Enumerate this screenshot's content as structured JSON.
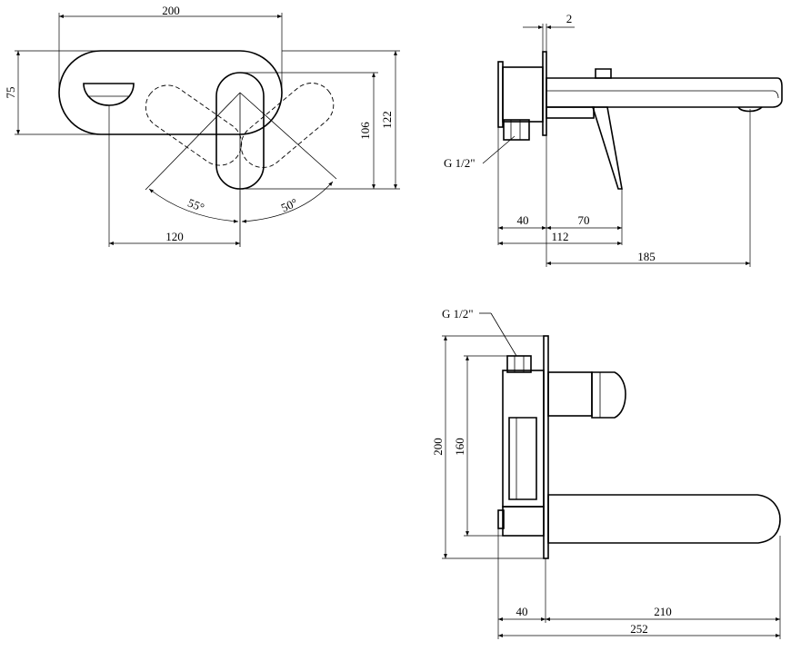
{
  "front_view": {
    "width": "200",
    "height_plate": "75",
    "height_handle": "106",
    "height_total": "122",
    "angle_left": "55°",
    "angle_right": "50°",
    "offset": "120"
  },
  "side_view": {
    "plate_thickness": "2",
    "thread": "G 1/2\"",
    "body_depth": "40",
    "handle_depth": "70",
    "total_depth": "112",
    "spout_length": "185"
  },
  "top_view": {
    "thread": "G 1/2\"",
    "height_total": "200",
    "height_body": "160",
    "body_depth": "40",
    "spout_length": "210",
    "total_length": "252"
  }
}
